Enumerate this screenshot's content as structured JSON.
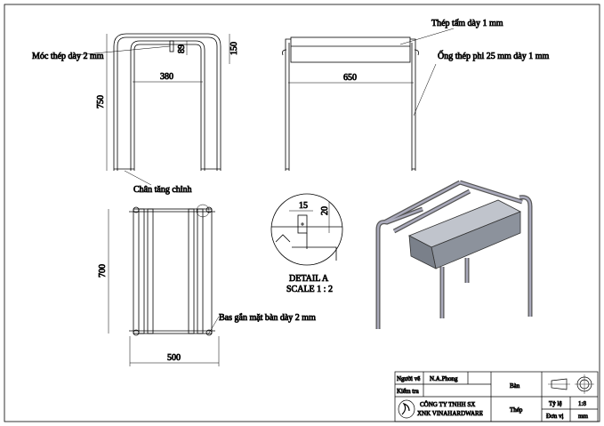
{
  "labels": {
    "hook": "Móc thép dày 2 mm",
    "sheet": "Thép tấm dày 1 mm",
    "tube": "Ống thép phi 25 mm dày 1 mm",
    "foot": "Chân tăng chỉnh",
    "base": "Bas gắn mặt bàn dày 2 mm"
  },
  "dimensions": {
    "height": "750",
    "inner_width": "380",
    "hook_height": "89",
    "plate_height": "150",
    "length": "650",
    "depth": "700",
    "width": "500",
    "detail_w": "15",
    "detail_h": "20"
  },
  "detail": {
    "title": "DETAIL A",
    "scale": "SCALE 1 : 2"
  },
  "title_block": {
    "drawn_by_label": "Người vẽ",
    "drawn_by": "N.A.Phong",
    "checked_label": "Kiểm tra",
    "part_name": "Bàn",
    "company_line1": "CÔNG TY TNHH SX",
    "company_line2": "XNK VINAHARDWARE",
    "material": "Thép",
    "scale_label": "Tỷ lệ",
    "scale": "1:8",
    "unit_label": "Đơn vị",
    "unit": "mm"
  }
}
